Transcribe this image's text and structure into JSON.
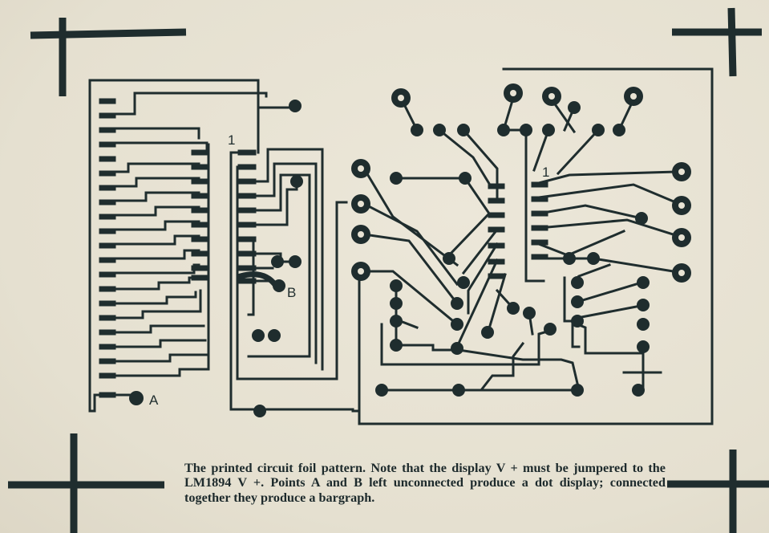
{
  "figure": {
    "pin_labels": [
      "1",
      "1"
    ],
    "point_labels": [
      "A",
      "B"
    ],
    "ink_color": "#1f2d2e",
    "paper_color": "#e8e3d4"
  },
  "caption": {
    "text": "The printed circuit foil pattern. Note that the display V + must be jumpered to the LM1894 V +. Points A and B left unconnected produce a dot display; connected together they produce a bargraph."
  }
}
